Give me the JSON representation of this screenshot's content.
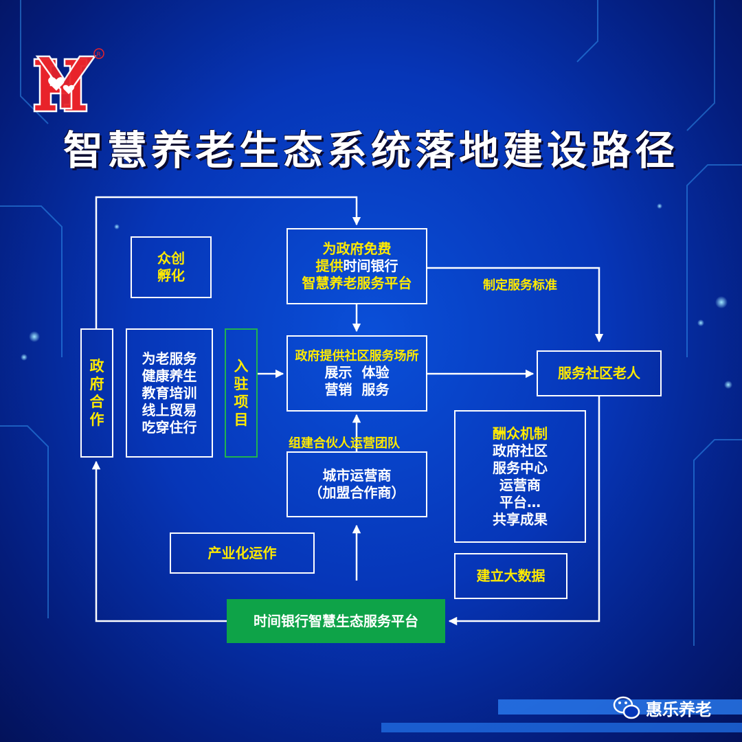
{
  "title": "智慧养老生态系统落地建设路径",
  "logo": {
    "registered_mark": "®",
    "letters": "HY",
    "colors": {
      "primary": "#e8232a",
      "outline": "#ffffff"
    }
  },
  "colors": {
    "accent_yellow": "#ffea00",
    "green": "#0ea348",
    "background": "#0636b8"
  },
  "nodes": {
    "platform_free": {
      "lines": [
        {
          "text": "为政府免费",
          "color": "yellow"
        },
        {
          "text": "提供时间银行",
          "color": "mixed"
        },
        {
          "text": "智慧养老服务平台",
          "color": "yellow"
        }
      ]
    },
    "incubation": {
      "lines": [
        "众创",
        "孵化"
      ]
    },
    "gov_coop": {
      "chars": [
        "政",
        "府",
        "合",
        "作"
      ]
    },
    "services": {
      "lines": [
        "为老服务",
        "健康养生",
        "教育培训",
        "线上贸易",
        "吃穿住行"
      ]
    },
    "entry": {
      "chars": [
        "入",
        "驻",
        "项",
        "目"
      ]
    },
    "community_site": {
      "lines": [
        "政府提供社区服务场所",
        "展示  体验",
        "营销  服务"
      ]
    },
    "serve_elderly": {
      "text": "服务社区老人"
    },
    "city_operator": {
      "lines": [
        "城市运营商",
        "（加盟合作商）"
      ]
    },
    "reward": {
      "lines": [
        "酬众机制",
        "政府社区",
        "服务中心",
        "运营商",
        "平台…",
        "共享成果"
      ]
    },
    "industrialization": {
      "text": "产业化运作"
    },
    "big_data": {
      "text": "建立大数据"
    },
    "time_bank": {
      "text": "时间银行智慧生态服务平台"
    }
  },
  "edge_labels": {
    "standards": "制定服务标准",
    "partner_team": "组建合伙人运营团队"
  },
  "footer": {
    "icon": "wechat-icon",
    "account": "惠乐养老"
  }
}
